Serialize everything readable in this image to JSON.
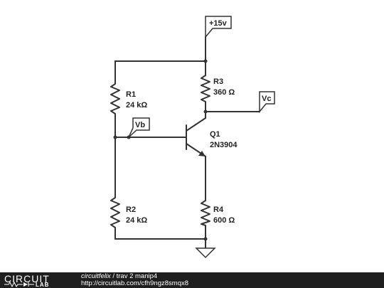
{
  "components": {
    "r1": {
      "ref": "R1",
      "value": "24 kΩ"
    },
    "r2": {
      "ref": "R2",
      "value": "24 kΩ"
    },
    "r3": {
      "ref": "R3",
      "value": "360 Ω"
    },
    "r4": {
      "ref": "R4",
      "value": "600 Ω"
    },
    "q1": {
      "ref": "Q1",
      "value": "2N3904"
    }
  },
  "labels": {
    "supply": "+15v",
    "vb": "Vb",
    "vc": "Vc"
  },
  "footer": {
    "logo_top": "CIRCUIT",
    "logo_bottom": "LAB",
    "author": "circuitfelix",
    "separator": " / ",
    "title": "trav 2 manip4",
    "url": "http://circuitlab.com/cfh9ngz8smqx8"
  },
  "colors": {
    "wire": "#333333",
    "footer_bg": "#1f1f1f",
    "background": "#ffffff"
  }
}
